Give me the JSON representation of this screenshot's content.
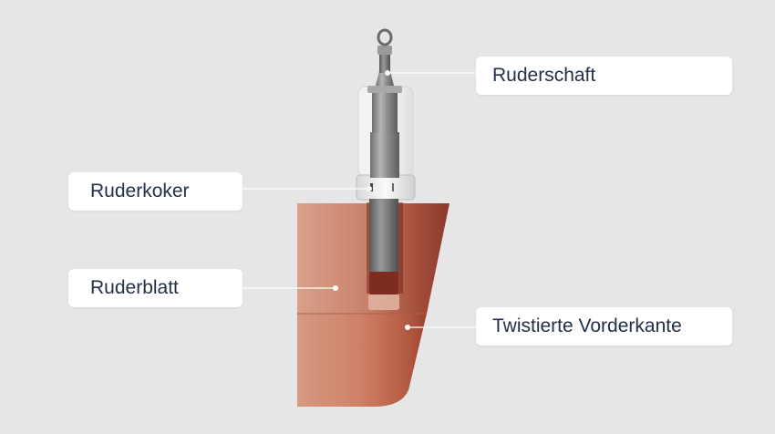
{
  "labels": {
    "ruderschaft": "Ruderschaft",
    "ruderkoker": "Ruderkoker",
    "ruderblatt": "Ruderblatt",
    "twistierte_vorderkante": "Twistierte Vorderkante"
  },
  "colors": {
    "background": "#e6e6e6",
    "label_text": "#233046",
    "blade_light": "#d99a84",
    "blade_dark": "#8e3b2c",
    "shaft_metal": "#8c8c8c"
  }
}
